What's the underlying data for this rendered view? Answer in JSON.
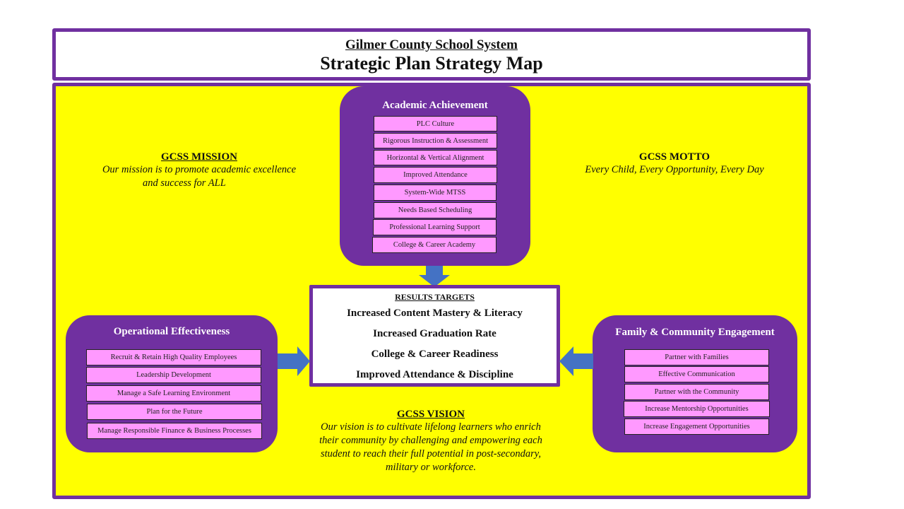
{
  "header": {
    "organization": "Gilmer  County  School System",
    "title": "Strategic Plan Strategy Map"
  },
  "colors": {
    "border_purple": "#7030a0",
    "background_yellow": "#ffff00",
    "item_pink": "#ff99ff",
    "arrow_blue": "#4472c4"
  },
  "mission": {
    "heading": "GCSS MISSION",
    "line1": "Our mission is to promote academic excellence",
    "line2": "and success for ALL"
  },
  "motto": {
    "heading": "GCSS MOTTO",
    "text": "Every Child, Every Opportunity, Every Day"
  },
  "vision": {
    "heading": "GCSS VISION",
    "lines": [
      "Our vision is to cultivate lifelong learners who enrich",
      "their community by challenging and empowering each",
      "student to reach their full potential in post-secondary,",
      "military or workforce."
    ]
  },
  "academic": {
    "title": "Academic  Achievement",
    "items": [
      "PLC Culture",
      "Rigorous Instruction & Assessment",
      "Horizontal & Vertical Alignment",
      "Improved Attendance",
      "System-Wide MTSS",
      "Needs Based Scheduling",
      "Professional Learning Support",
      "College & Career Academy"
    ]
  },
  "operational": {
    "title": "Operational  Effectiveness",
    "items": [
      "Recruit & Retain High Quality Employees",
      "Leadership Development",
      "Manage a Safe Learning Environment",
      "Plan for the Future",
      "Manage Responsible Finance & Business Processes"
    ]
  },
  "family": {
    "title": "Family  & Community  Engagement",
    "items": [
      "Partner with Families",
      "Effective Communication",
      "Partner with the Community",
      "Increase Mentorship Opportunities",
      "Increase Engagement Opportunities"
    ]
  },
  "results": {
    "heading": "RESULTS   TARGETS",
    "items": [
      "Increased Content  Mastery & Literacy",
      "Increased Graduation  Rate",
      "College & Career Readiness",
      "Improved  Attendance  &  Discipline"
    ]
  }
}
